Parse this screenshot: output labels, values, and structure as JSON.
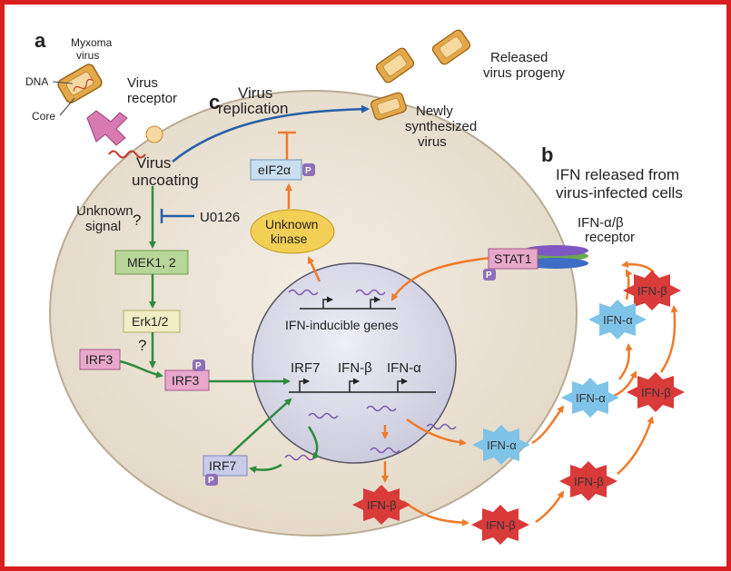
{
  "panels": {
    "a": "a",
    "b": "b",
    "c": "c"
  },
  "colors": {
    "frame": "#d81e1e",
    "cell": "#ede5d8",
    "nucleus": "#dcdcea",
    "green_arrow": "#2e8b3e",
    "orange_arrow": "#ef7a2a",
    "blue_arrow": "#2560a8",
    "ifn_beta": "#d93a3a",
    "ifn_alpha": "#7fc4e8"
  },
  "virus": {
    "myxoma": [
      "Myxoma",
      "virus"
    ],
    "dna": "DNA",
    "core": "Core",
    "receptor": [
      "Virus",
      "receptor"
    ],
    "released": [
      "Released",
      "virus progeny"
    ],
    "new": [
      "Newly",
      "synthesized",
      "virus"
    ]
  },
  "replication": [
    "Virus",
    "replication"
  ],
  "uncoating": [
    "Virus",
    "uncoating"
  ],
  "unknown_signal": [
    "Unknown",
    "signal"
  ],
  "question": "?",
  "u0126": "U0126",
  "mek": "MEK1, 2",
  "erk": "Erk1/2",
  "irf3": "IRF3",
  "irf7": "IRF7",
  "p": "P",
  "eif2a": "eIF2α",
  "kinase": [
    "Unknown",
    "kinase"
  ],
  "stat1": "STAT1",
  "receptor_ifn": [
    "IFN-α/β",
    "receptor"
  ],
  "ifn_released": [
    "IFN released from",
    "virus-infected cells"
  ],
  "genes": {
    "inducible": "IFN-inducible genes",
    "irf7": "IRF7",
    "ifnb": "IFN-β",
    "ifna": "IFN-α"
  },
  "stars": {
    "ifn_beta": "IFN-β",
    "ifn_alpha": "IFN-α"
  }
}
